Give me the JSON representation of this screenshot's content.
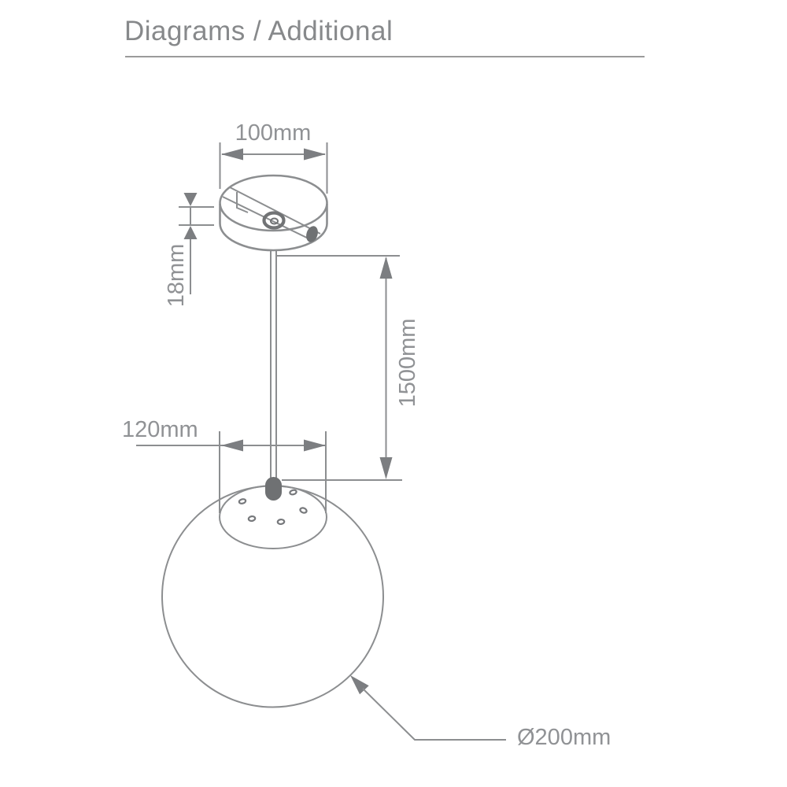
{
  "page": {
    "title": "Diagrams / Additional"
  },
  "diagram": {
    "subject": "pendant-light-dimension-drawing",
    "labels": {
      "canopy_diameter": "100mm",
      "canopy_height": "18mm",
      "drop_length": "1500mm",
      "holder_diameter": "120mm",
      "globe_diameter": "Ø200mm"
    },
    "colors": {
      "line": "#8c8e90",
      "arrow_fill": "#7c7e81",
      "dark_fill": "#6f7173",
      "dimension_text": "#909295",
      "title_text": "#87898b",
      "rule": "#9b9b9b"
    }
  }
}
